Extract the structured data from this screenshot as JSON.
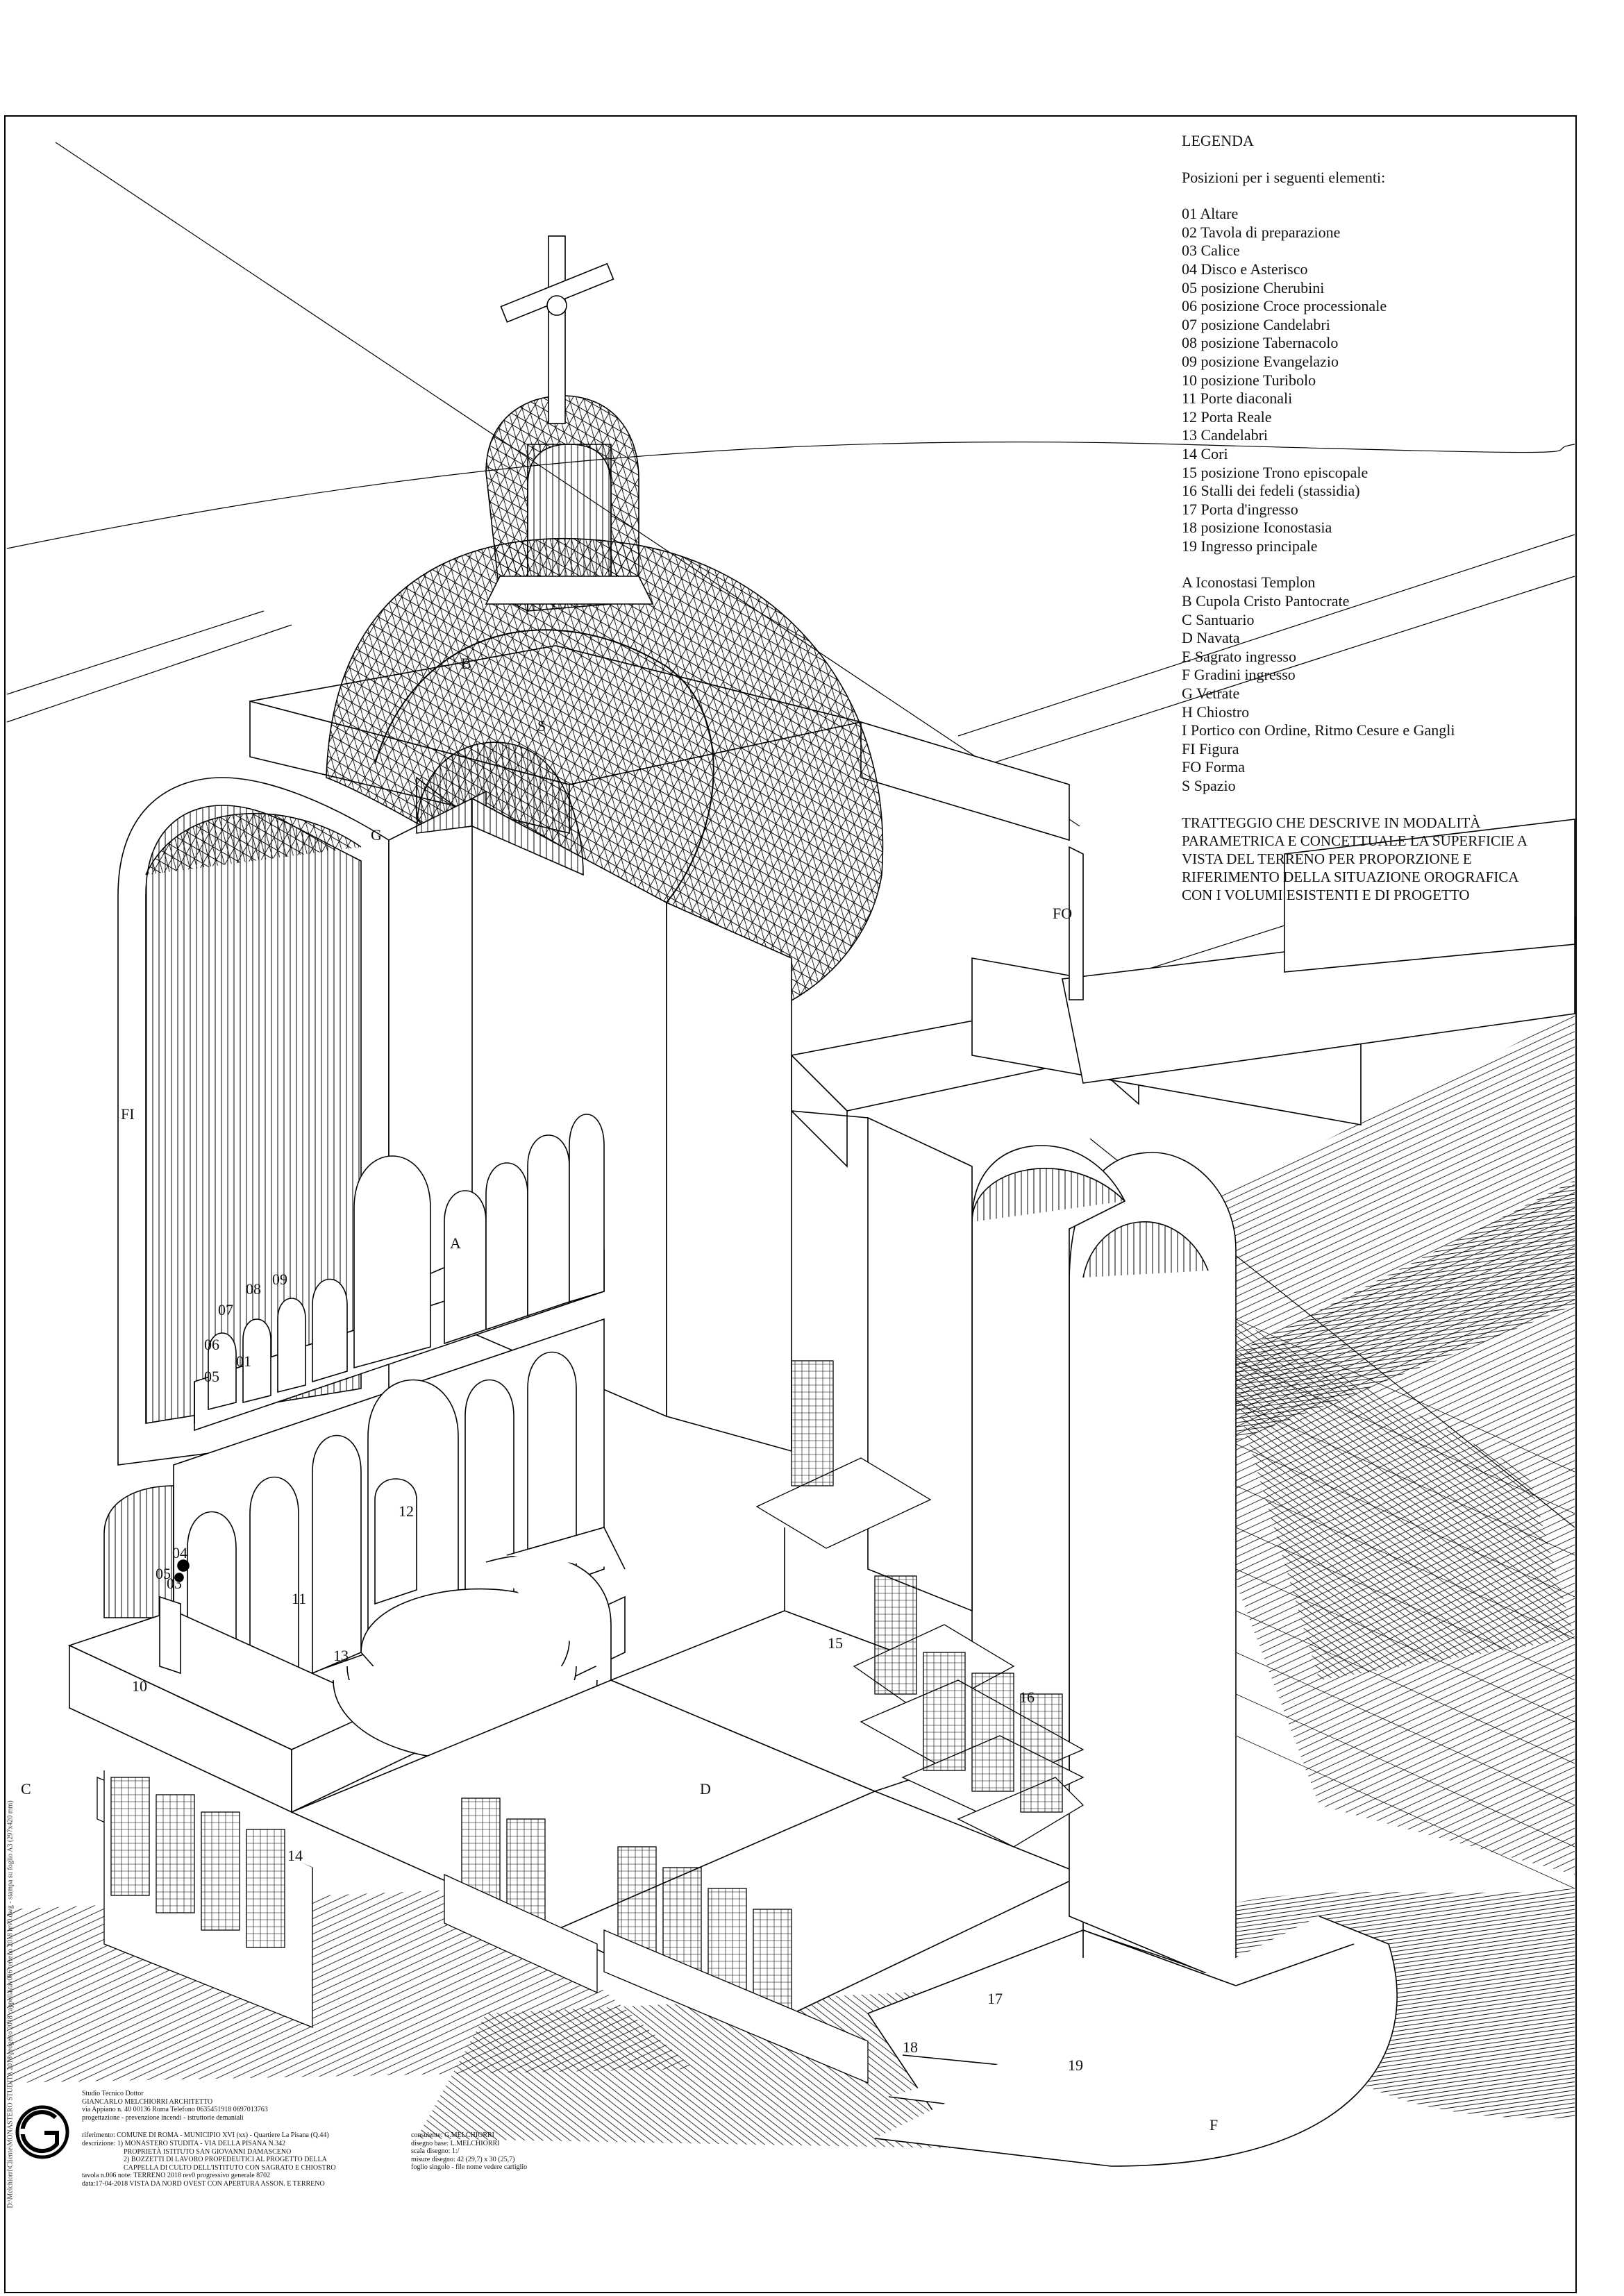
{
  "legend": {
    "title": "LEGENDA",
    "intro": "Posizioni per i seguenti elementi:",
    "numbered": [
      "01 Altare",
      "02 Tavola di preparazione",
      "03 Calice",
      "04 Disco e Asterisco",
      "05 posizione Cherubini",
      "06 posizione Croce processionale",
      "07 posizione Candelabri",
      "08 posizione Tabernacolo",
      "09 posizione Evangelazio",
      "10 posizione Turibolo",
      "11 Porte diaconali",
      "12 Porta Reale",
      "13 Candelabri",
      "14 Cori",
      "15 posizione Trono episcopale",
      "16 Stalli dei fedeli (stassidia)",
      "17 Porta d'ingresso",
      "18 posizione Iconostasia",
      "19 Ingresso principale"
    ],
    "lettered": [
      "A Iconostasi Templon",
      "B Cupola Cristo Pantocrate",
      "C Santuario",
      "D Navata",
      "E Sagrato ingresso",
      "F Gradini ingresso",
      "G Vetrate",
      "H Chiostro",
      "I Portico con Ordine, Ritmo Cesure e Gangli",
      "FI Figura",
      "FO Forma",
      "S Spazio"
    ],
    "note": "TRATTEGGIO CHE DESCRIVE IN MODALITÀ PARAMETRICA E CONCETTUALE LA SUPERFICIE A VISTA DEL TERRENO PER PROPORZIONE E RIFERIMENTO DELLA SITUAZIONE OROGRAFICA CON I VOLUMI ESISTENTI E DI PROGETTO"
  },
  "drawing_labels": {
    "B": "B",
    "S": "S",
    "G": "G",
    "FO": "FO",
    "FI": "FI",
    "A": "A",
    "C": "C",
    "D": "D",
    "F": "F",
    "n01": "01",
    "n04": "04",
    "n05": "05",
    "n05b": "05",
    "n03": "03",
    "n06": "06",
    "n07": "07",
    "n08": "08",
    "n09": "09",
    "n10": "10",
    "n11": "11",
    "n12": "12",
    "n13": "13",
    "n14": "14",
    "n15": "15",
    "n16": "16",
    "n17": "17",
    "n18": "18",
    "n19": "19"
  },
  "titleblock": {
    "studio": "Studio Tecnico Dottor",
    "architect": "GIANCARLO MELCHIORRI ARCHITETTO",
    "address": "via Appiano n. 40   00136 Roma   Telefono 0635451918 0697013763",
    "services": "progettazione   -   prevenzione incendi   -   istruttorie demaniali",
    "riferimento": "riferimento: COMUNE DI ROMA - MUNICIPIO XVI (xx) - Quartiere La Pisana (Q.44)",
    "descrizione1": "descrizione: 1) MONASTERO STUDITA - VIA DELLA PISANA N.342",
    "descrizione2": "PROPRIETÀ ISTITUTO SAN GIOVANNI DAMASCENO",
    "descrizione3": "2) BOZZETTI DI LAVORO PROPEDEUTICI AL PROGETTO DELLA",
    "descrizione4": "CAPPELLA DI CULTO DELL'ISTITUTO CON SAGRATO E CHIOSTRO",
    "tavola": "tavola n.006   note: TERRENO 2018 rev0   progressivo generale 8702",
    "data": "data:17-04-2018   VISTA DA NORD OVEST CON APERTURA ASSON. E TERRENO",
    "consulente": "consulente: G.MELCHIORRI",
    "disegno": "disegno base: L.MELCHIORRI",
    "scala": "scala disegno: 1:/",
    "misure": "misure disegno: 42 (29,7) x 30 (25,7)",
    "foglio": "foglio singolo - file nome vedere cartiglio"
  },
  "side_note": "D:\\Melchiorri\\Cliente\\MONASTERO STUDITA 2018\\progetto 2018 cappella\\tav006 terreno 2018 rev0.dwg - stampa su foglio A3 (297x420 mm)"
}
